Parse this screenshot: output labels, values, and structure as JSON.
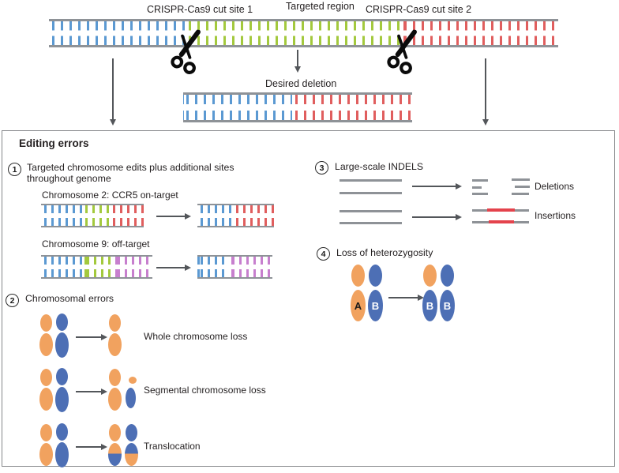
{
  "colors": {
    "rail": "#8e9297",
    "rung-blue": "#5b99d2",
    "rung-green": "#a3c93d",
    "rung-red": "#e05e5e",
    "rung-purple": "#c77fce",
    "chrom-orange": "#f1a25f",
    "chrom-blue": "#4d6fb5",
    "insert-red": "#e4434c",
    "arrow": "#53565a",
    "border": "#85878a",
    "text": "#231f20"
  },
  "icons": {
    "scissors": "cut-site-scissors"
  },
  "top": {
    "cut_site_1": "CRISPR-Cas9 cut site 1",
    "targeted_region": "Targeted region",
    "cut_site_2": "CRISPR-Cas9 cut site 2",
    "desired_deletion": "Desired deletion"
  },
  "box": {
    "title": "Editing errors",
    "section1": {
      "number": "1",
      "heading_line1": "Targeted chromosome edits plus additional sites",
      "heading_line2": "throughout genome",
      "on_target_label": "Chromosome 2: CCR5 on-target",
      "off_target_label": "Chromosome 9: off-target"
    },
    "section2": {
      "number": "2",
      "heading": "Chromosomal errors",
      "rows": [
        {
          "label": "Whole chromosome loss"
        },
        {
          "label": "Segmental chromosome loss"
        },
        {
          "label": "Translocation"
        }
      ]
    },
    "section3": {
      "number": "3",
      "heading": "Large-scale INDELS",
      "deletions_label": "Deletions",
      "insertions_label": "Insertions"
    },
    "section4": {
      "number": "4",
      "heading": "Loss of heterozygosity",
      "allele_a": "A",
      "allele_b": "B"
    }
  }
}
